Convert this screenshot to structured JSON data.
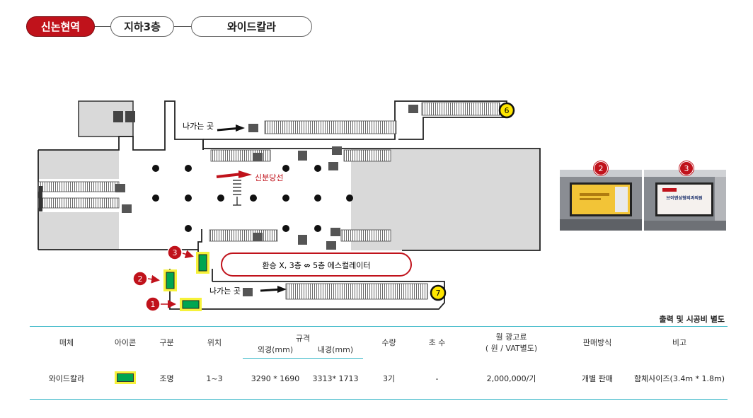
{
  "breadcrumb": {
    "station": "신논현역",
    "floor": "지하3층",
    "media": "와이드칼라"
  },
  "map": {
    "exit_label_top": "나가는 곳",
    "exit_label_bottom": "나가는 곳",
    "line_label": "신분당선",
    "transfer_note": "환승 X, 3층 ⇎ 5층 에스컬레이터",
    "exit_numbers": [
      "6",
      "7"
    ],
    "marker_numbers": [
      "1",
      "2",
      "3"
    ]
  },
  "photos": [
    {
      "pin": "2",
      "ad_text": ""
    },
    {
      "pin": "3",
      "ad_text": "브이엔성형외과의원"
    }
  ],
  "note": "출력 및 시공비 별도",
  "table": {
    "headers": {
      "media": "매체",
      "icon": "아이콘",
      "category": "구분",
      "location": "위치",
      "spec": "규격",
      "outer": "외경(mm)",
      "inner": "내경(mm)",
      "qty": "수량",
      "faces": "초 수",
      "price": "월 광고료",
      "price_sub": "( 원 / VAT별도)",
      "sales": "판매방식",
      "remark": "비고"
    },
    "row": {
      "media": "와이드칼라",
      "category": "조명",
      "location": "1~3",
      "outer": "3290 * 1690",
      "inner": "3313* 1713",
      "qty": "3기",
      "faces": "-",
      "price": "2,000,000/기",
      "sales": "개별 판매",
      "remark": "함체사이즈(3.4m * 1.8m)"
    }
  },
  "colors": {
    "accent": "#c0121b",
    "table_line": "#3bb8c8",
    "marker_fill": "#00a651",
    "marker_glow": "#f6f23a"
  }
}
